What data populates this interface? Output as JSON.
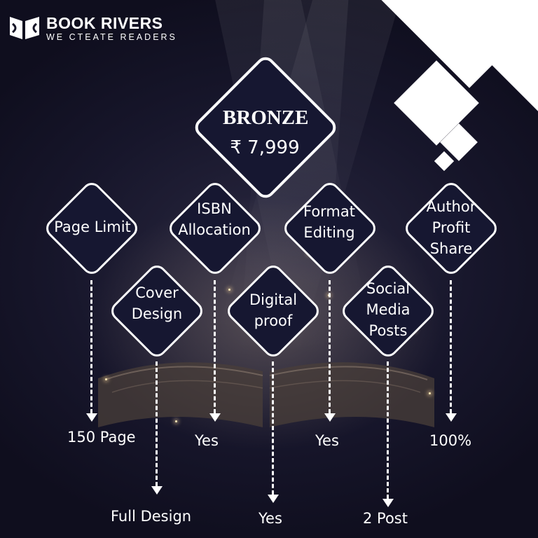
{
  "brand": {
    "name": "BOOK RIVERS",
    "tagline": "WE CTEATE READERS"
  },
  "plan": {
    "name": "BRONZE",
    "price": "₹ 7,999"
  },
  "features": [
    {
      "label_lines": [
        "Page Limit"
      ],
      "value": "150 Page"
    },
    {
      "label_lines": [
        "Cover",
        "Design"
      ],
      "value": "Full Design"
    },
    {
      "label_lines": [
        "ISBN",
        "Allocation"
      ],
      "value": "Yes"
    },
    {
      "label_lines": [
        "Digital",
        "proof"
      ],
      "value": "Yes"
    },
    {
      "label_lines": [
        "Format",
        "Editing"
      ],
      "value": "Yes"
    },
    {
      "label_lines": [
        "Social",
        "Media",
        "Posts"
      ],
      "value": "2 Post"
    },
    {
      "label_lines": [
        "Author",
        "Profit",
        "Share"
      ],
      "value": "100%"
    }
  ],
  "colors": {
    "background": "#141326",
    "diamond_fill": "#161731",
    "outline": "#ffffff"
  }
}
